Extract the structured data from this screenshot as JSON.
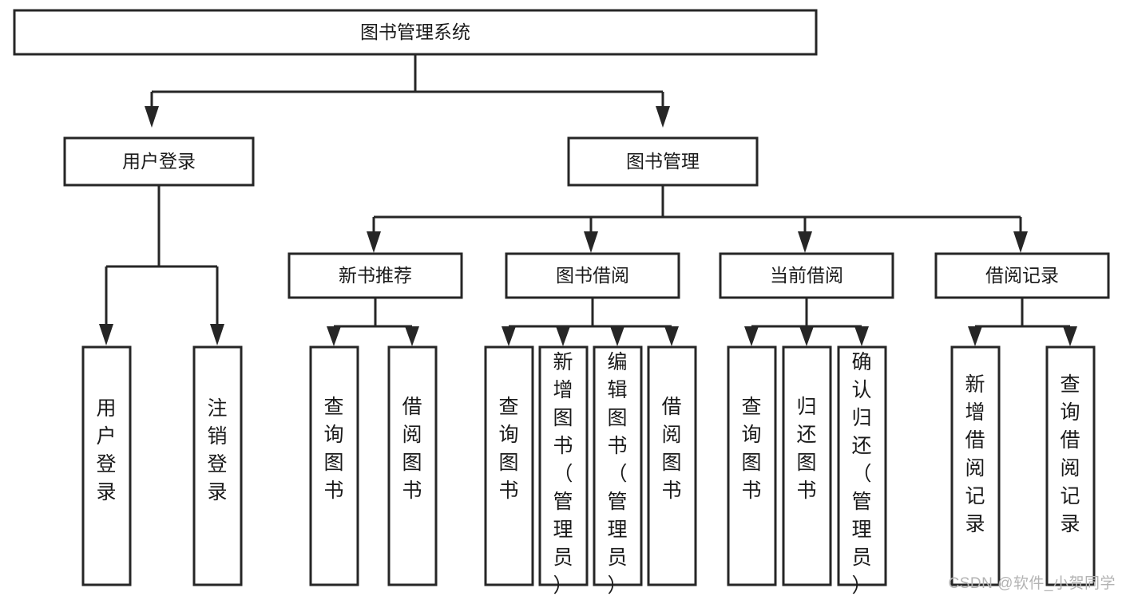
{
  "diagram": {
    "title": "图书管理系统",
    "type": "tree-hierarchy-chart",
    "watermark": "CSDN @软件_小贺同学",
    "colors": {
      "box_stroke": "#262626",
      "box_fill": "#ffffff",
      "text": "#1a1a1a",
      "background": "#ffffff",
      "watermark": "#b3b3b3"
    },
    "root": {
      "label": "图书管理系统"
    },
    "level2": [
      {
        "label": "用户登录"
      },
      {
        "label": "图书管理"
      }
    ],
    "level3": [
      {
        "label": "新书推荐"
      },
      {
        "label": "图书借阅"
      },
      {
        "label": "当前借阅"
      },
      {
        "label": "借阅记录"
      }
    ],
    "leaves": {
      "user_login": [
        {
          "label": "用户登录"
        },
        {
          "label": "注销登录"
        }
      ],
      "new_book_recommend": [
        {
          "label": "查询图书"
        },
        {
          "label": "借阅图书"
        }
      ],
      "book_borrow": [
        {
          "label": "查询图书"
        },
        {
          "label": "新增图书（管理员）"
        },
        {
          "label": "编辑图书（管理员）"
        },
        {
          "label": "借阅图书"
        }
      ],
      "current_borrow": [
        {
          "label": "查询图书"
        },
        {
          "label": "归还图书"
        },
        {
          "label": "确认归还（管理员）"
        }
      ],
      "borrow_record": [
        {
          "label": "新增借阅记录"
        },
        {
          "label": "查询借阅记录"
        }
      ]
    }
  }
}
